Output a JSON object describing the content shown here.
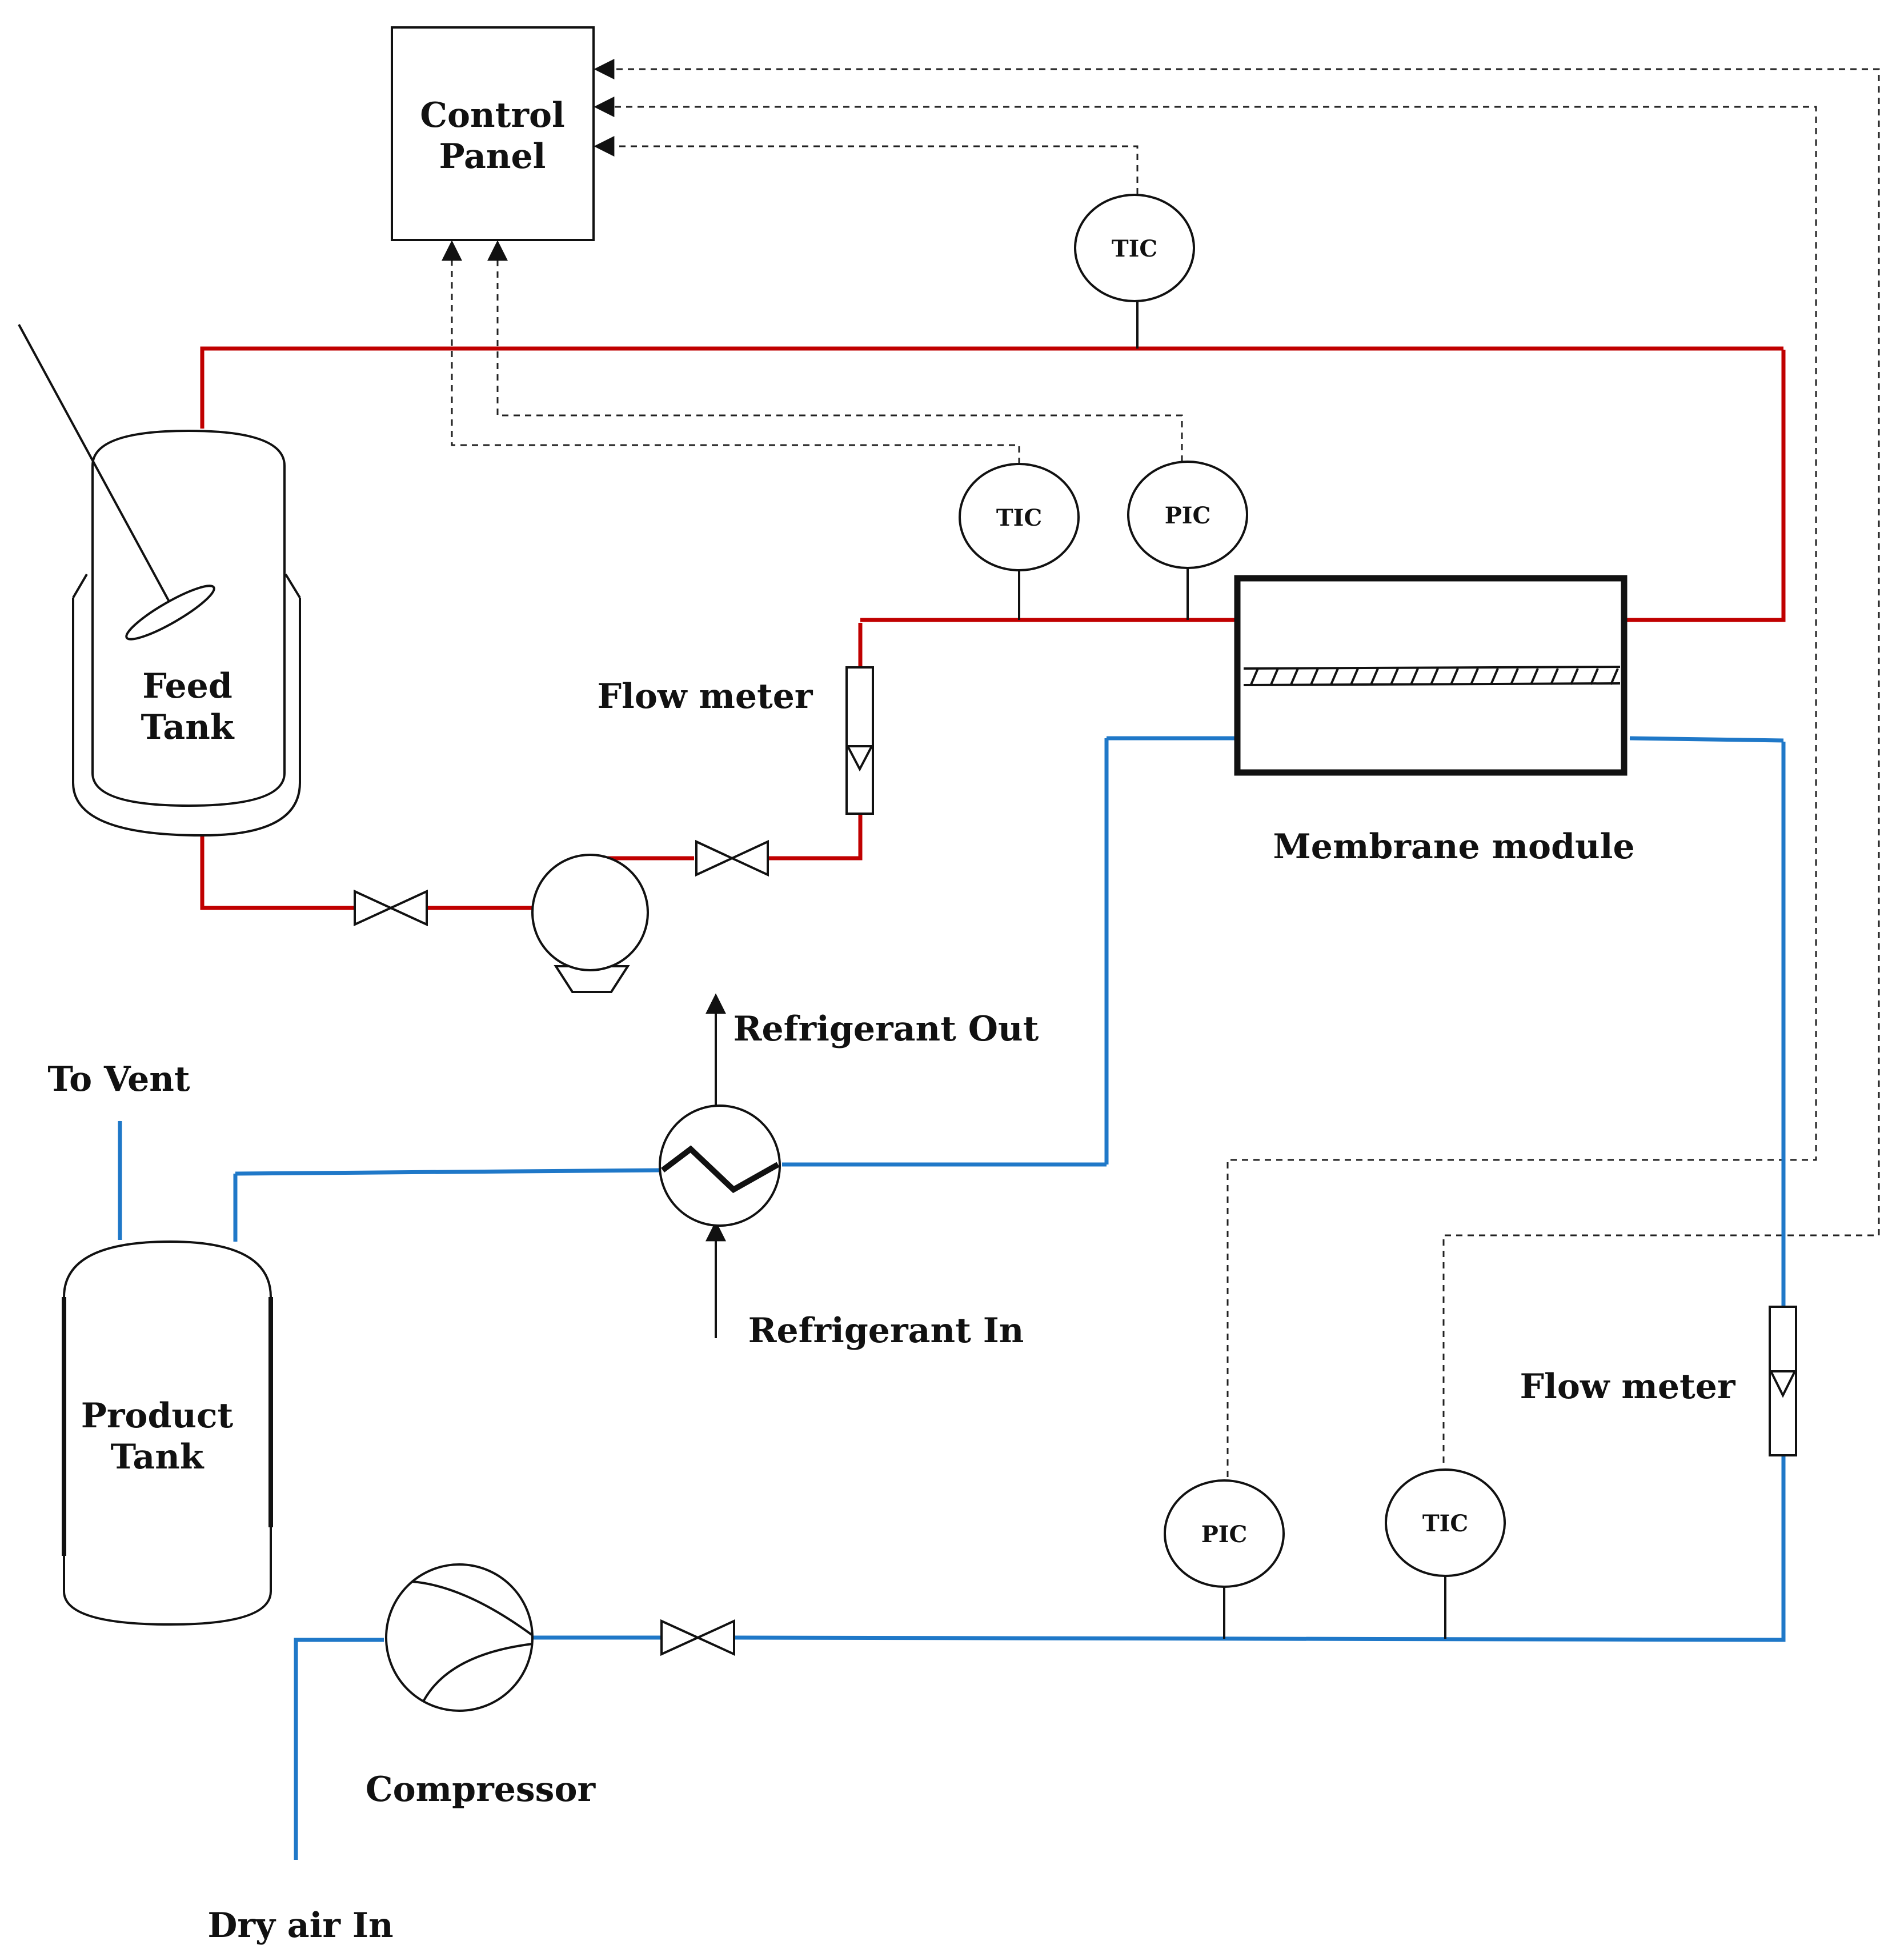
{
  "colors": {
    "hot_stream": "#c00000",
    "cold_stream": "#1f78c8",
    "signal_line": "#222222",
    "outline": "#111111"
  },
  "labels": {
    "control_panel_line1": "Control",
    "control_panel_line2": "Panel",
    "feed_tank_line1": "Feed",
    "feed_tank_line2": "Tank",
    "product_tank_line1": "Product",
    "product_tank_line2": "Tank",
    "flow_meter_top": "Flow meter",
    "flow_meter_bottom": "Flow meter",
    "membrane_module": "Membrane module",
    "refrigerant_out": "Refrigerant Out",
    "refrigerant_in": "Refrigerant In",
    "to_vent": "To Vent",
    "compressor": "Compressor",
    "dry_air_in": "Dry air In"
  },
  "instruments": {
    "tic_top": "TIC",
    "tic_feed": "TIC",
    "pic_feed": "PIC",
    "pic_air": "PIC",
    "tic_air": "TIC"
  },
  "icons": [
    "feed-tank-icon",
    "agitator-icon",
    "valve-icon",
    "centrifugal-pump-icon",
    "rotameter-icon",
    "membrane-module-icon",
    "heat-exchanger-icon",
    "product-tank-icon",
    "compressor-icon"
  ]
}
